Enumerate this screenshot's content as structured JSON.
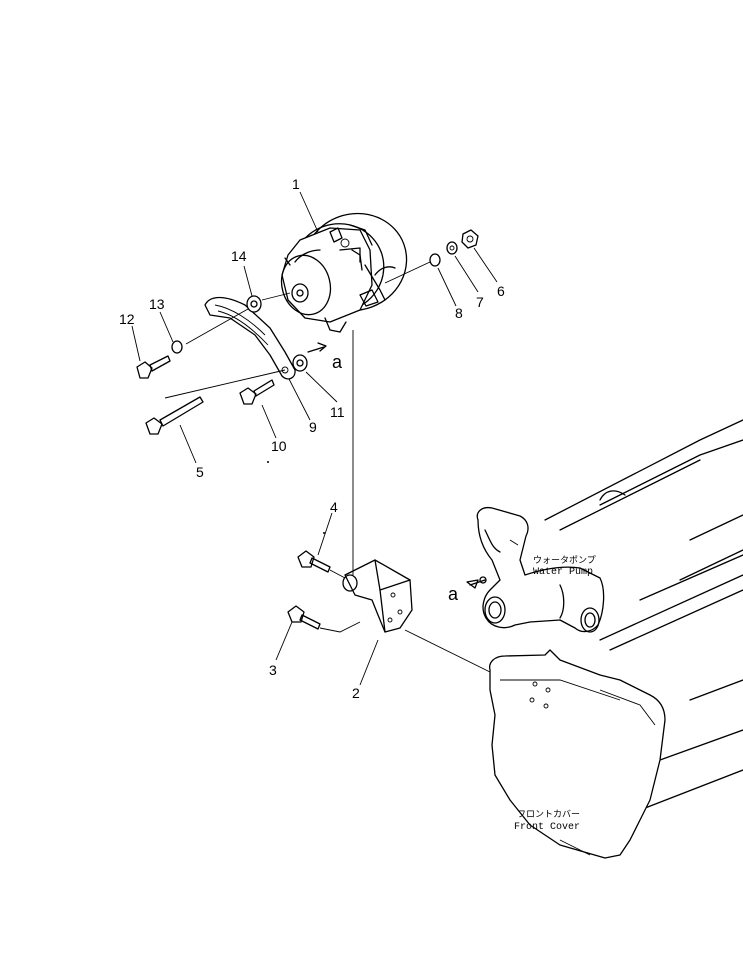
{
  "part_numbers": {
    "p1": "1",
    "p2": "2",
    "p3": "3",
    "p4": "4",
    "p5": "5",
    "p6": "6",
    "p7": "7",
    "p8": "8",
    "p9": "9",
    "p10": "10",
    "p11": "11",
    "p12": "12",
    "p13": "13",
    "p14": "14"
  },
  "view_markers": {
    "upper": "a",
    "lower": "a"
  },
  "labels": {
    "water_pump_jp": "ウォータポンプ",
    "water_pump_en": "Water Pump",
    "front_cover_jp": "フロントカバー",
    "front_cover_en": "Front Cover"
  }
}
